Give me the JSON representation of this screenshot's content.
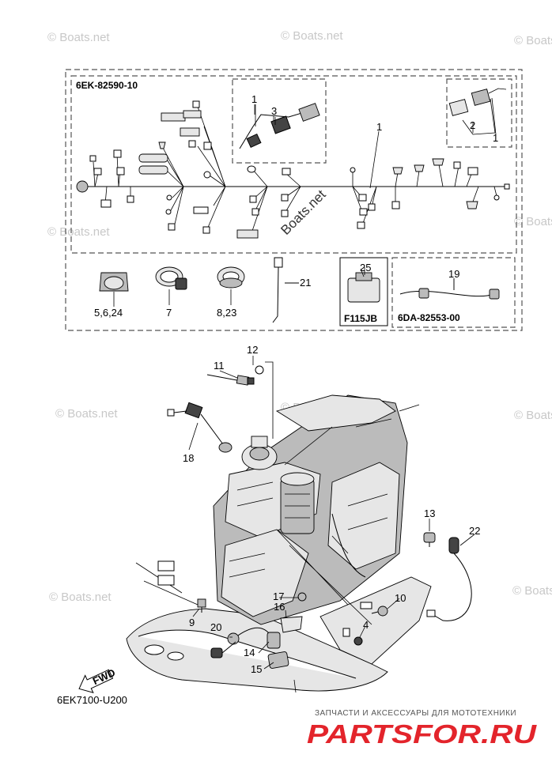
{
  "watermark": "© Boats.net",
  "watermark_tilted": "Boats.net",
  "kit_top": {
    "code": "6EK-82590-10"
  },
  "kit_bottom": {
    "code": "6DA-82553-00"
  },
  "connector_box": {
    "code": "F115JB"
  },
  "callouts": {
    "c1a": "1",
    "c1b": "1",
    "c1c": "1",
    "c2": "2",
    "c3": "3",
    "c4": "4",
    "c5": "5,6,24",
    "c7": "7",
    "c8": "8,23",
    "c9": "9",
    "c10": "10",
    "c11": "11",
    "c12": "12",
    "c13": "13",
    "c14": "14",
    "c15": "15",
    "c16": "16",
    "c17": "17",
    "c18": "18",
    "c19": "19",
    "c20": "20",
    "c21": "21",
    "c22": "22",
    "c25": "25"
  },
  "fwd_label": "FWD",
  "diagram_code": "6EK7100-U200",
  "shop": {
    "tagline": "ЗАПЧАСТИ И АКСЕССУАРЫ ДЛЯ МОТОТЕХНИКИ",
    "brand": "PARTSFOR.RU"
  }
}
